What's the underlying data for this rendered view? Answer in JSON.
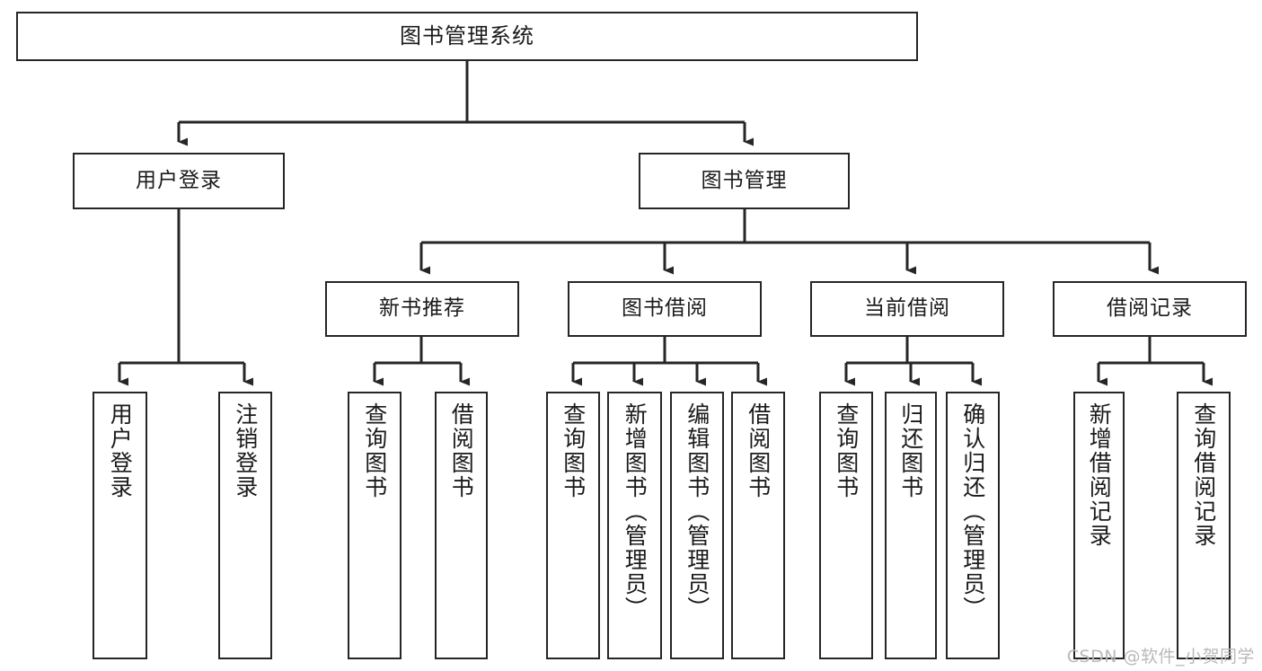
{
  "diagram": {
    "title": "图书管理系统",
    "type": "tree-hierarchy-chart",
    "watermark": "CSDN @软件_小贺同学",
    "colors": {
      "box_border": "#262626",
      "box_fill": "#ffffff",
      "edge": "#262626",
      "text": "#1a1a1a",
      "watermark": "#b9b9b9"
    },
    "root": {
      "label": "图书管理系统"
    },
    "level2": [
      {
        "label": "用户登录"
      },
      {
        "label": "图书管理"
      }
    ],
    "level3": [
      {
        "label": "新书推荐"
      },
      {
        "label": "图书借阅"
      },
      {
        "label": "当前借阅"
      },
      {
        "label": "借阅记录"
      }
    ],
    "leaves": {
      "user_login": [
        {
          "label": "用户登录"
        },
        {
          "label": "注销登录"
        }
      ],
      "new_book_recommend": [
        {
          "label": "查询图书"
        },
        {
          "label": "借阅图书"
        }
      ],
      "book_borrow": [
        {
          "label": "查询图书"
        },
        {
          "label": "新增图书（管理员）"
        },
        {
          "label": "编辑图书（管理员）"
        },
        {
          "label": "借阅图书"
        }
      ],
      "current_borrow": [
        {
          "label": "查询图书"
        },
        {
          "label": "归还图书"
        },
        {
          "label": "确认归还（管理员）"
        }
      ],
      "borrow_record": [
        {
          "label": "新增借阅记录"
        },
        {
          "label": "查询借阅记录"
        }
      ]
    }
  }
}
